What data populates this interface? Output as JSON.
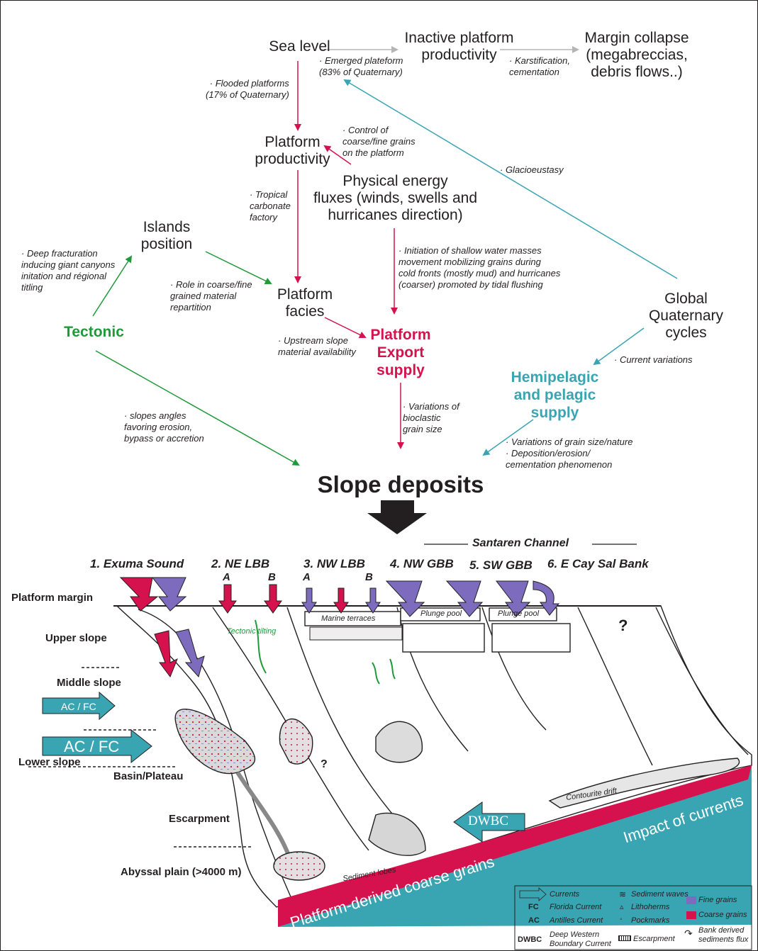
{
  "colors": {
    "red": "#d5124e",
    "green": "#1f9a3a",
    "teal": "#3aa5b2",
    "gray": "#b5b5b5",
    "purple": "#7d6bbd",
    "black": "#231f20"
  },
  "nodes": {
    "sea_level": "Sea level",
    "inactive": "Inactive platform\nproductivity",
    "collapse": "Margin collapse\n(megabreccias,\ndebris flows..)",
    "productivity": "Platform\nproductivity",
    "energy": "Physical energy\nfluxes (winds, swells and\nhurricanes direction)",
    "islands": "Islands\nposition",
    "facies": "Platform\nfacies",
    "global": "Global\nQuaternary\ncycles",
    "tectonic": "Tectonic",
    "export": "Platform\nExport\nsupply",
    "hemi": "Hemipelagic\nand pelagic\nsupply",
    "slope": "Slope deposits"
  },
  "notes": {
    "emerged": "· Emerged plateform\n(83% of Quaternary)",
    "karst": "· Karstification,\ncementation",
    "flooded": "· Flooded platforms\n(17% of Quaternary)",
    "control": "· Control of\ncoarse/fine grains\non the platform",
    "glacio": "· Glacioeustasy",
    "tropical": "· Tropical\ncarbonate\nfactory",
    "initiation": "· Initiation of shallow water masses\nmovement  mobilizing grains during\ncold fronts (mostly mud) and hurricanes\n(coarser) promoted by tidal flushing",
    "deep": "· Deep fracturation\ninducing giant canyons\ninitation and régional\ntitling",
    "role": "· Role in coarse/fine\ngrained material\nrepartition",
    "upstream": "· Upstream slope\nmaterial availability",
    "current_var": "· Current variations",
    "slopes_angles": "· slopes angles\nfavoring erosion,\nbypass or accretion",
    "variations": "· Variations of\nbioclastic\ngrain size",
    "grain_nature": "· Variations of grain size/nature\n· Deposition/erosion/\ncementation phenomenon"
  },
  "sites": {
    "santaren": "Santaren Channel",
    "s1": "1. Exuma Sound",
    "s2": "2. NE LBB",
    "s3": "3. NW LBB",
    "s4": "4. NW GBB",
    "s5": "5. SW GBB",
    "s6": "6. E Cay Sal Bank",
    "a1": "A",
    "b1": "B",
    "a2": "A",
    "b2": "B"
  },
  "zones": {
    "margin": "Platform margin",
    "upper": "Upper slope",
    "middle": "Middle slope",
    "lower": "Lower slope",
    "basin": "Basin/Plateau",
    "escarpment": "Escarpment",
    "abyssal": "Abyssal plain (>4000 m)"
  },
  "cross_section": {
    "ac_fc_small": "AC / FC",
    "ac_fc_big": "AC / FC",
    "tectonic_tilting": "Tectonic   tilting",
    "marine_terraces": "Marine terraces",
    "plunge1": "Plunge pool",
    "plunge2": "Plunge pool",
    "question1": "?",
    "question2": "?",
    "contourite": "Contourite drift",
    "dwbc": "DWBC",
    "sediment_lobes": "Sediment lobes",
    "impact": "Impact of currents",
    "coarse_grains": "Platform-derived coarse grains"
  },
  "legend": {
    "currents": "Currents",
    "fc_abbr": "FC",
    "fc": "Florida Current",
    "ac_abbr": "AC",
    "ac": "Antilles Current",
    "dwbc_abbr": "DWBC",
    "dwbc": "Deep Western\nBoundary Current",
    "waves": "Sediment waves",
    "litho": "Lithoherms",
    "pock": "Pockmarks",
    "escarp": "Escarpment",
    "fine": "Fine grains",
    "coarse": "Coarse grains",
    "bank": "Bank derived\nsediments flux"
  }
}
